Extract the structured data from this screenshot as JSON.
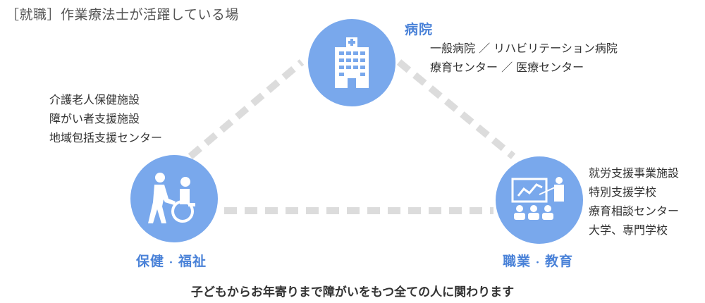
{
  "title": "［就職］作業療法士が活躍している場",
  "colors": {
    "circle": "#79a8ec",
    "accent_text": "#4a82d8",
    "dash": "#dcdcdc"
  },
  "nodes": {
    "hospital": {
      "label": "病院",
      "icon": "hospital-building-icon",
      "items": [
        "一般病院 ／ リハビリテーション病院",
        "療育センター ／ 医療センター"
      ]
    },
    "welfare": {
      "label_left": "保健",
      "label_sep": "・",
      "label_right": "福祉",
      "icon": "wheelchair-caregiver-icon",
      "items": [
        "介護老人保健施設",
        "障がい者支援施設",
        "地域包括支援センター"
      ]
    },
    "education": {
      "label_left": "職業",
      "label_sep": "・",
      "label_right": "教育",
      "icon": "presentation-classroom-icon",
      "items": [
        "就労支援事業施設",
        "特別支援学校",
        "療育相談センター",
        "大学、専門学校"
      ]
    }
  },
  "footer": "子どもからお年寄りまで障がいをもつ全ての人に関わります"
}
